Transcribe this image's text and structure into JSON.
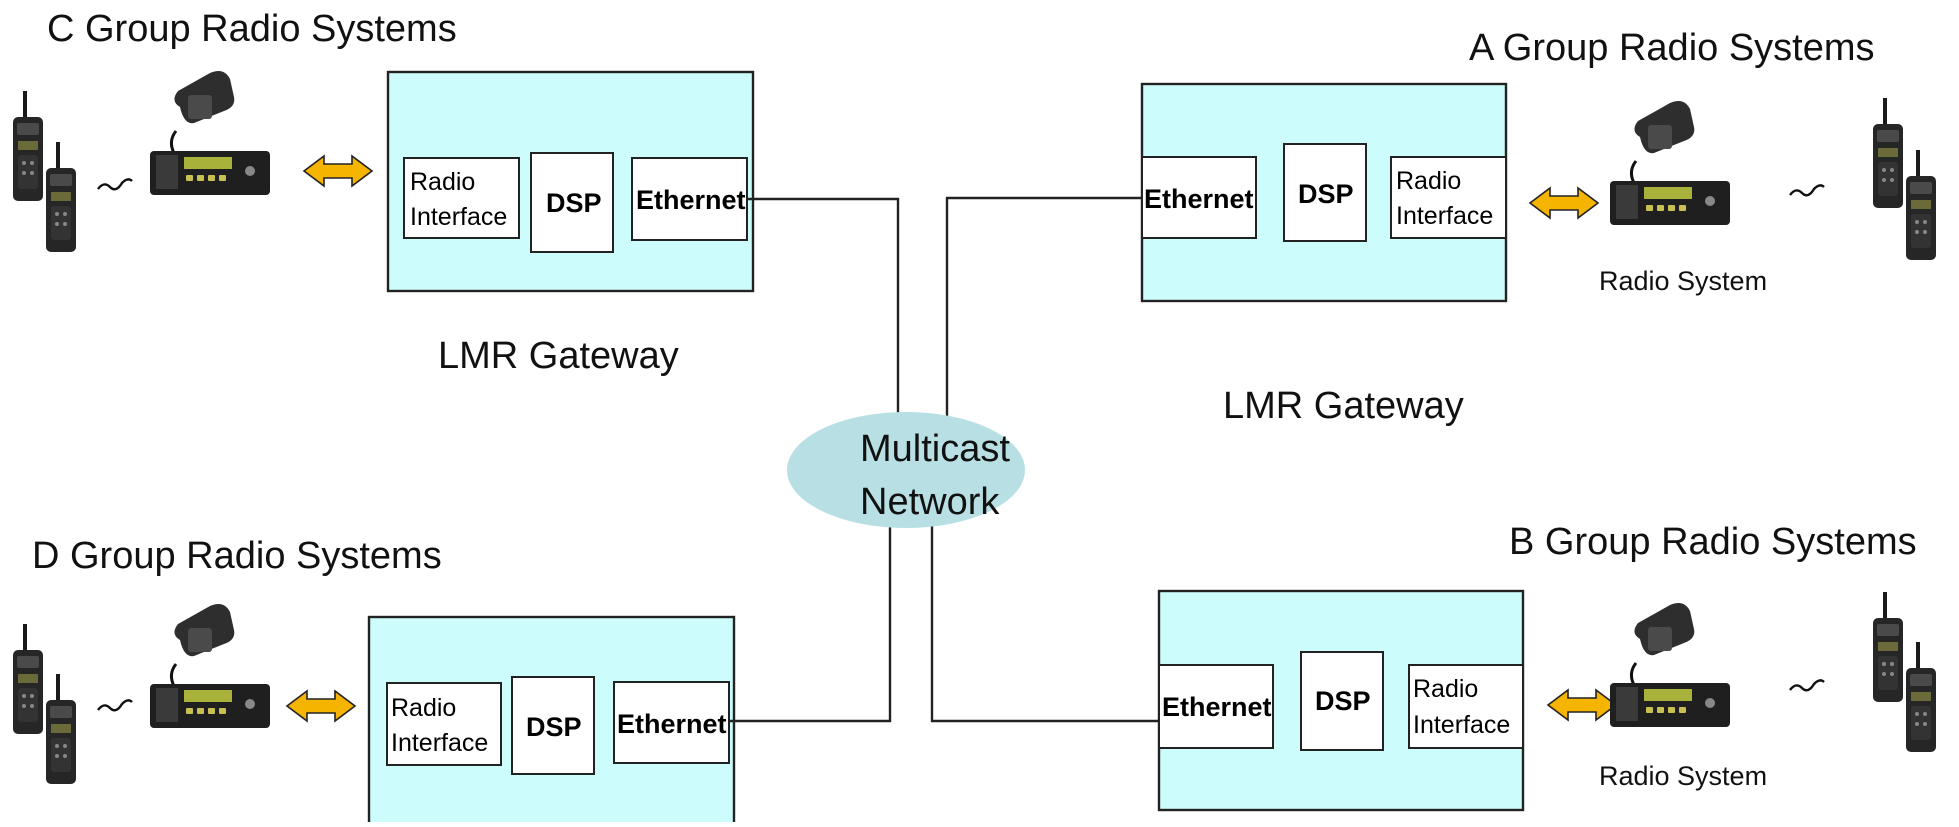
{
  "groups": {
    "c": "C Group Radio Systems",
    "a": "A Group Radio Systems",
    "d": "D Group Radio Systems",
    "b": "B Group Radio Systems"
  },
  "gateway_label": "LMR  Gateway",
  "radio_system_label": "Radio System",
  "network_label_line1": "Multicast",
  "network_label_line2": "Network",
  "box_labels": {
    "radio_line1": "Radio",
    "radio_line2": "Interface",
    "dsp": "DSP",
    "ethernet": "Ethernet"
  },
  "colors": {
    "gateway_fill": "#ccfcfc",
    "network_fill": "#b8e0e4",
    "arrow_fill": "#f4b400"
  },
  "icons": [
    "two-way-radio-icon",
    "mobile-radio-icon",
    "double-arrow-icon",
    "wireless-link-icon"
  ]
}
